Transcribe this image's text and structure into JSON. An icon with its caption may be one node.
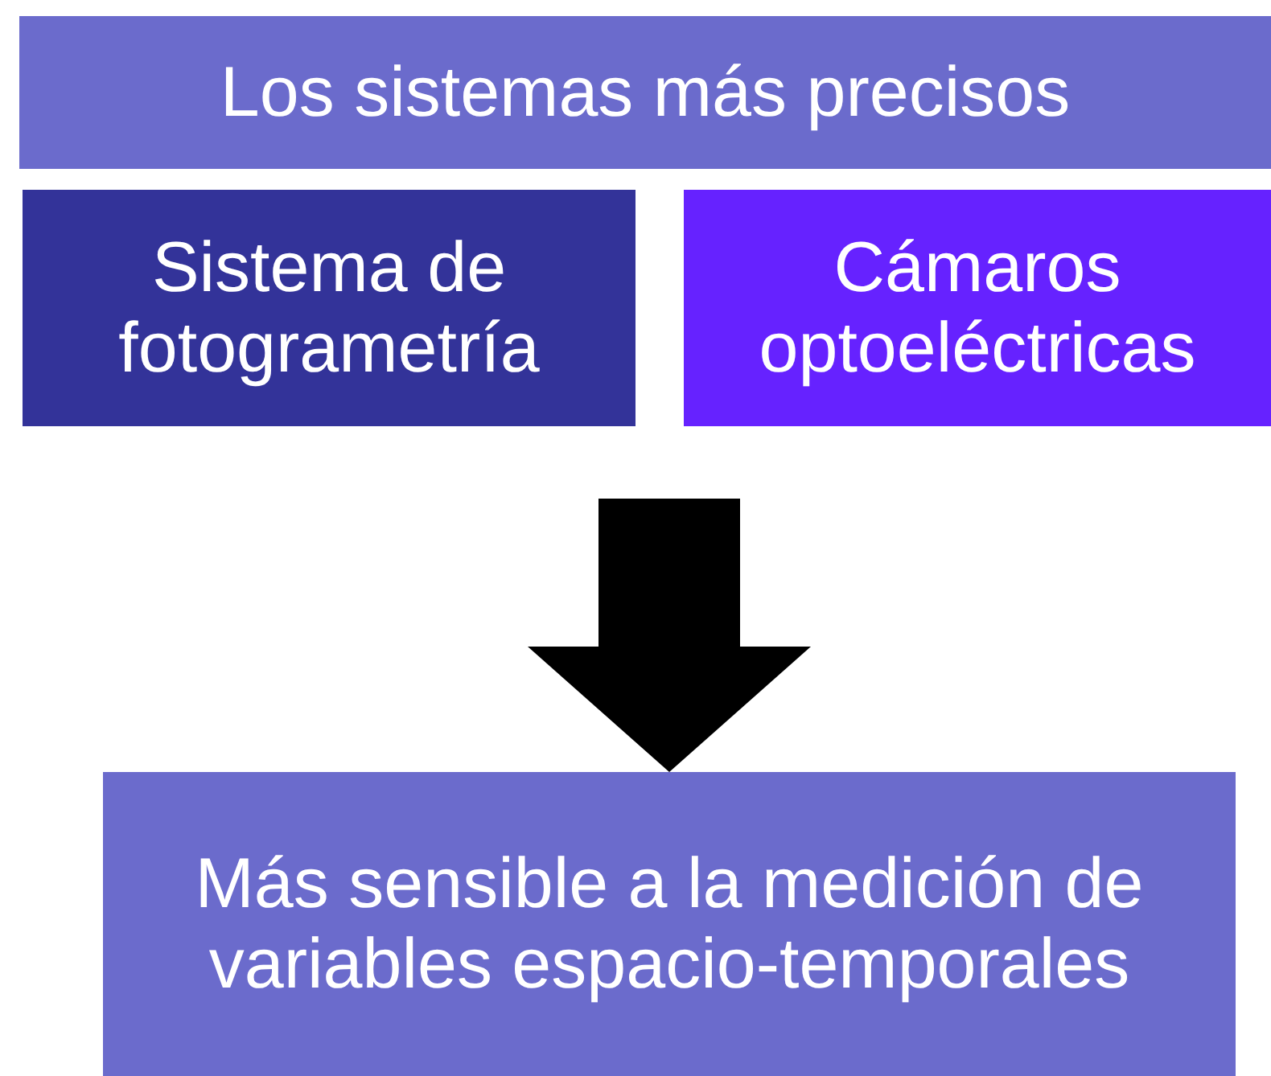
{
  "diagram": {
    "nodes": [
      {
        "text": [
          "Los sistemas más precisos"
        ]
      },
      {
        "text": [
          "Sistema de fotogrametría"
        ]
      },
      {
        "text": [
          "Cámaros optoeléctricas"
        ]
      },
      {
        "text": [
          "Más sensible a la medición de variables espacio-temporales"
        ]
      }
    ],
    "edges": [
      {
        "from": null,
        "to": 3,
        "arrow": "to"
      }
    ]
  }
}
